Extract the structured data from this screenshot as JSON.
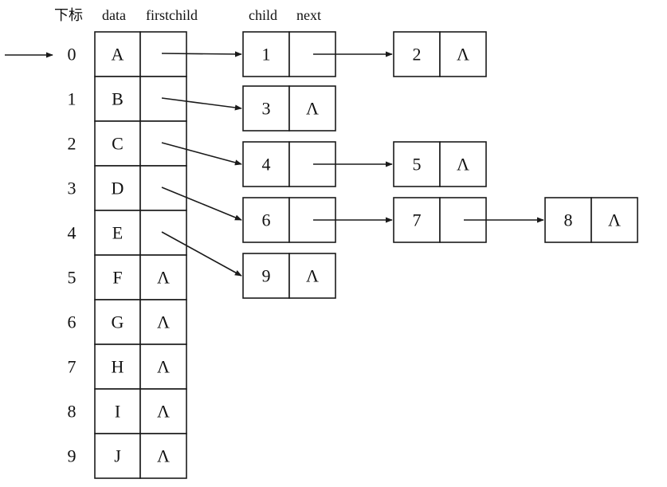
{
  "headers": {
    "index": "下标",
    "data": "data",
    "firstchild": "firstchild",
    "child": "child",
    "next": "next"
  },
  "null_symbol": "Λ",
  "table": [
    {
      "index": "0",
      "data": "A",
      "firstchild": ""
    },
    {
      "index": "1",
      "data": "B",
      "firstchild": ""
    },
    {
      "index": "2",
      "data": "C",
      "firstchild": ""
    },
    {
      "index": "3",
      "data": "D",
      "firstchild": ""
    },
    {
      "index": "4",
      "data": "E",
      "firstchild": ""
    },
    {
      "index": "5",
      "data": "F",
      "firstchild": "Λ"
    },
    {
      "index": "6",
      "data": "G",
      "firstchild": "Λ"
    },
    {
      "index": "7",
      "data": "H",
      "firstchild": "Λ"
    },
    {
      "index": "8",
      "data": "I",
      "firstchild": "Λ"
    },
    {
      "index": "9",
      "data": "J",
      "firstchild": "Λ"
    }
  ],
  "child_lists": [
    {
      "parent": "0",
      "nodes": [
        {
          "child": "1",
          "next": ""
        },
        {
          "child": "2",
          "next": "Λ"
        }
      ]
    },
    {
      "parent": "1",
      "nodes": [
        {
          "child": "3",
          "next": "Λ"
        }
      ]
    },
    {
      "parent": "2",
      "nodes": [
        {
          "child": "4",
          "next": ""
        },
        {
          "child": "5",
          "next": "Λ"
        }
      ]
    },
    {
      "parent": "3",
      "nodes": [
        {
          "child": "6",
          "next": ""
        },
        {
          "child": "7",
          "next": ""
        },
        {
          "child": "8",
          "next": "Λ"
        }
      ]
    },
    {
      "parent": "4",
      "nodes": [
        {
          "child": "9",
          "next": "Λ"
        }
      ]
    }
  ]
}
